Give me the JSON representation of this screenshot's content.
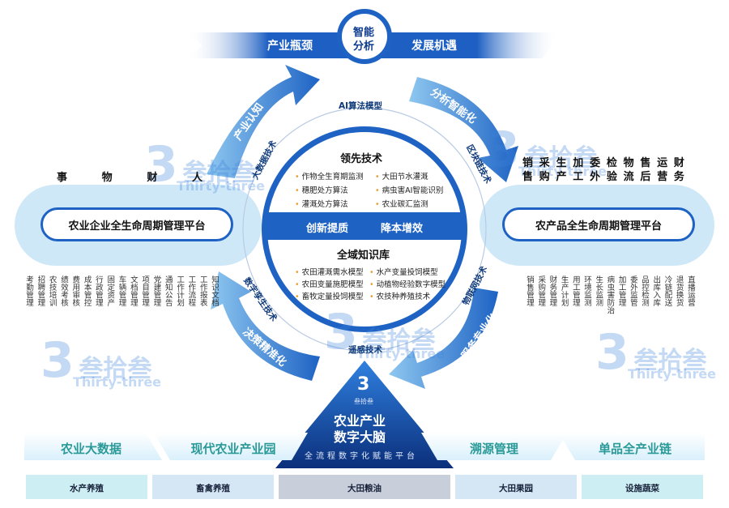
{
  "header": {
    "left_label": "产业瓶颈",
    "center_label_1": "智能",
    "center_label_2": "分析",
    "right_label": "发展机遇"
  },
  "center_circle": {
    "top_title": "领先技术",
    "top_items": [
      "作物全生育期监测",
      "大田节水灌溉",
      "穗肥处方算法",
      "病虫害AI智能识别",
      "灌溉处方算法",
      "农业碳汇监测"
    ],
    "band_left": "创新提质",
    "band_right": "降本增效",
    "bottom_title": "全域知识库",
    "bottom_items": [
      "农田灌溉需水模型",
      "水产变量投饲模型",
      "农田变量施肥模型",
      "动植物经验数字模型",
      "畜牧定量投饲模型",
      "农技种养殖技术"
    ]
  },
  "ring_tech": {
    "top": "AI算法模型",
    "left_top": "大数据技术",
    "right_top": "区块链技术",
    "left_bottom": "数字孪生技术",
    "right_bottom": "物联网技术",
    "bottom": "遥感技术"
  },
  "arrows": {
    "upper_left": "产业认知",
    "upper_right": "分析智能化",
    "lower_left": "决策精准化",
    "lower_right": "服务专业化"
  },
  "left_platform": {
    "title": "农业企业全生命周期管理平台",
    "top_chars": [
      "事",
      "物",
      "财",
      "人"
    ],
    "items": [
      "考勤管理",
      "招聘管理",
      "农技培训",
      "绩效考核",
      "费用审核",
      "成本管控",
      "行政管理",
      "固定资产",
      "车辆管理",
      "文档管理",
      "项目管理",
      "党建管理",
      "通知公告",
      "工作计划",
      "工作流程",
      "工作报表",
      "知识文档"
    ]
  },
  "right_platform": {
    "title": "农产品全生命周期管理平台",
    "top_row1": [
      "销",
      "采",
      "生",
      "加",
      "委",
      "检",
      "物",
      "售",
      "运",
      "财"
    ],
    "top_row2": [
      "售",
      "购",
      "产",
      "工",
      "外",
      "验",
      "流",
      "后",
      "营",
      "务"
    ],
    "items": [
      "销售管理",
      "采购管理",
      "财务管理",
      "生产计划",
      "用工管理",
      "环境监测",
      "生长监测",
      "病虫害防治",
      "加工管理",
      "委外监管",
      "品控检测",
      "出库入库",
      "冷链配送",
      "退货换货",
      "直播运营"
    ]
  },
  "brain": {
    "logo_text": "叁拾叁",
    "title_1": "农业产业",
    "title_2": "数字大脑",
    "subtitle": "全流程数字化赋能平台"
  },
  "categories": [
    "农业大数据",
    "现代农业产业园",
    "溯源管理",
    "单品全产业链"
  ],
  "bottom_cells": [
    "水产养殖",
    "畜禽养殖",
    "大田粮油",
    "大田果园",
    "设施蔬菜"
  ],
  "watermark": {
    "cn": "叁拾叁",
    "en": "Thirty-three",
    "mark": "3"
  },
  "colors": {
    "primary_blue": "#1e63c4",
    "dark_blue": "#0d3b8e",
    "light_blue": "#cfe8f8",
    "teal": "#2a9a98",
    "accent_orange": "#e8a23a"
  }
}
